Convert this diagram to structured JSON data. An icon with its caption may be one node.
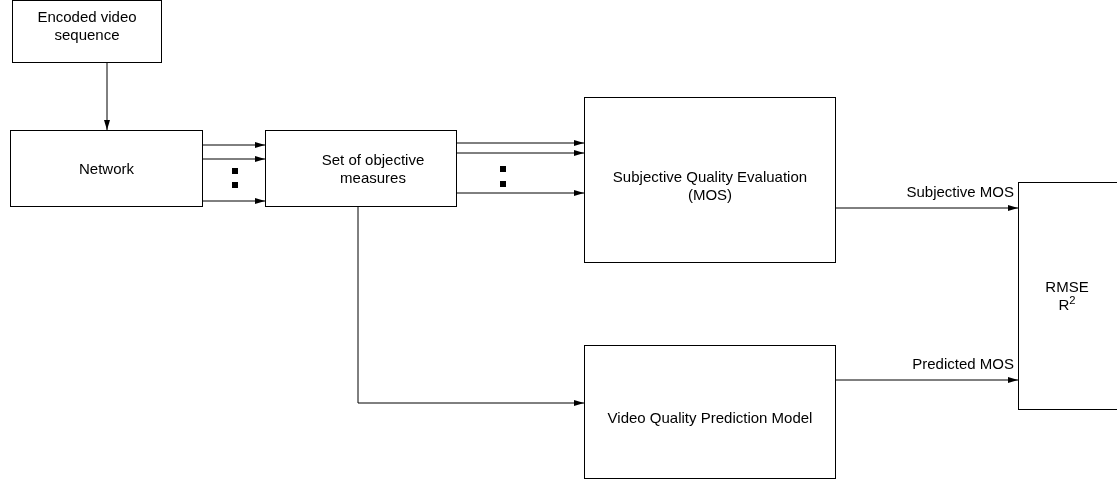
{
  "diagram": {
    "nodes": [
      {
        "text": [
          "Encoded video sequence"
        ]
      },
      {
        "text": [
          "Network"
        ]
      },
      {
        "text": [
          "Set of objective measures"
        ]
      },
      {
        "text": [
          "Subjective Quality Evaluation  (MOS)"
        ]
      },
      {
        "text": [
          "Video Quality Prediction Model"
        ]
      },
      {
        "text": [
          "RMSE",
          "R$^{2}$"
        ]
      }
    ],
    "edges": [
      {
        "from": 0,
        "to": 1,
        "arrow": "to"
      },
      {
        "from": 1,
        "to": 2,
        "arrow": "to"
      },
      {
        "from": 1,
        "to": 2,
        "arrow": "to"
      },
      {
        "from": 1,
        "to": 2,
        "arrow": "to"
      },
      {
        "from": 2,
        "to": 3,
        "arrow": "to"
      },
      {
        "from": 2,
        "to": 3,
        "arrow": "to"
      },
      {
        "from": 2,
        "to": 3,
        "arrow": "to"
      },
      {
        "from": 2,
        "to": 4,
        "arrow": "to"
      },
      {
        "from": 3,
        "to": 5,
        "arrow": "to",
        "label": "Subjective MOS"
      },
      {
        "from": 4,
        "to": 5,
        "arrow": "to",
        "label": "Predicted MOS"
      }
    ]
  }
}
